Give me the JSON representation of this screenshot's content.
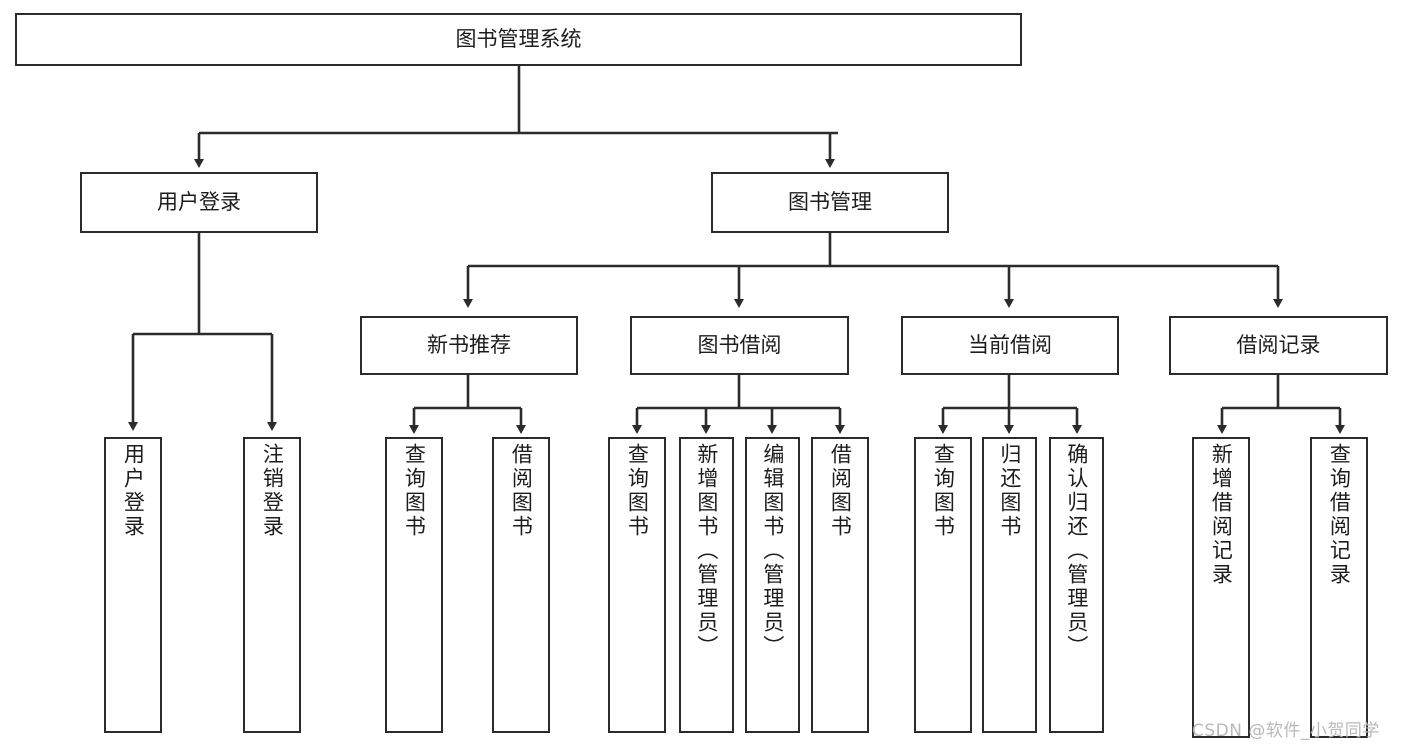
{
  "diagram": {
    "type": "tree-hierarchy",
    "title": "图书管理系统",
    "colors": {
      "box_border": "#2b2b2b",
      "box_fill": "#ffffff",
      "edge": "#2b2b2b",
      "text": "#1d1d1d",
      "watermark": "#b9b9b9",
      "background": "#ffffff"
    },
    "root": {
      "label": "图书管理系统"
    },
    "level2": [
      {
        "label": "用户登录"
      },
      {
        "label": "图书管理"
      }
    ],
    "level3": [
      {
        "label": "新书推荐"
      },
      {
        "label": "图书借阅"
      },
      {
        "label": "当前借阅"
      },
      {
        "label": "借阅记录"
      }
    ],
    "leaves": {
      "user_login": [
        {
          "label": "用户登录"
        },
        {
          "label": "注销登录"
        }
      ],
      "new_book_recommend": [
        {
          "label": "查询图书"
        },
        {
          "label": "借阅图书"
        }
      ],
      "book_borrow": [
        {
          "label": "查询图书"
        },
        {
          "label": "新增图书（管理员）"
        },
        {
          "label": "编辑图书（管理员）"
        },
        {
          "label": "借阅图书"
        }
      ],
      "current_borrow": [
        {
          "label": "查询图书"
        },
        {
          "label": "归还图书"
        },
        {
          "label": "确认归还（管理员）"
        }
      ],
      "borrow_record": [
        {
          "label": "新增借阅记录"
        },
        {
          "label": "查询借阅记录"
        }
      ]
    },
    "watermark": "CSDN @软件_小贺同学"
  }
}
